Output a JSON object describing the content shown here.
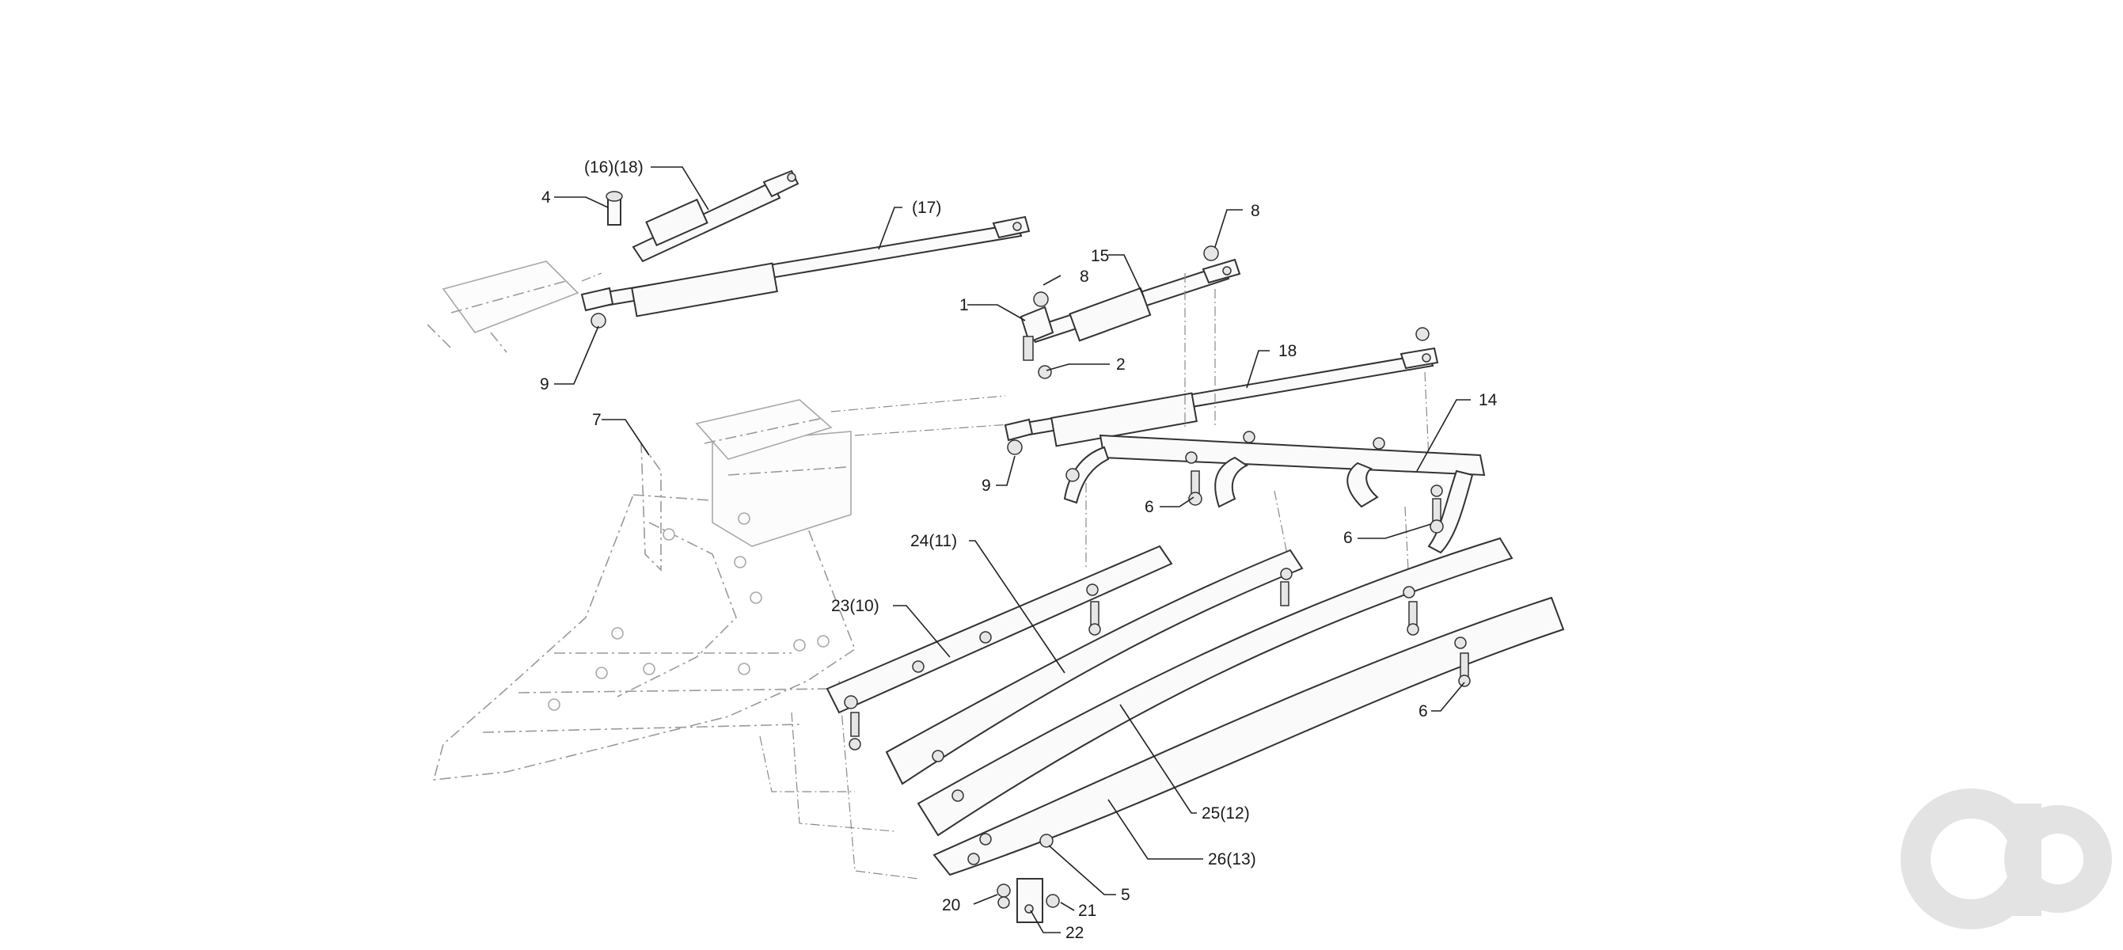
{
  "diagram": {
    "callouts": [
      {
        "id": "c-16-18",
        "text": "(16)(18)"
      },
      {
        "id": "c-4",
        "text": "4"
      },
      {
        "id": "c-17",
        "text": "(17)"
      },
      {
        "id": "c-9a",
        "text": "9"
      },
      {
        "id": "c-7",
        "text": "7"
      },
      {
        "id": "c-8a",
        "text": "8"
      },
      {
        "id": "c-15",
        "text": "15"
      },
      {
        "id": "c-8b",
        "text": "8"
      },
      {
        "id": "c-1",
        "text": "1"
      },
      {
        "id": "c-2",
        "text": "2"
      },
      {
        "id": "c-18",
        "text": "18"
      },
      {
        "id": "c-14",
        "text": "14"
      },
      {
        "id": "c-9b",
        "text": "9"
      },
      {
        "id": "c-6a",
        "text": "6"
      },
      {
        "id": "c-6b",
        "text": "6"
      },
      {
        "id": "c-24-11",
        "text": "24(11)"
      },
      {
        "id": "c-23-10",
        "text": "23(10)"
      },
      {
        "id": "c-6c",
        "text": "6"
      },
      {
        "id": "c-25-12",
        "text": "25(12)"
      },
      {
        "id": "c-26-13",
        "text": "26(13)"
      },
      {
        "id": "c-5",
        "text": "5"
      },
      {
        "id": "c-20",
        "text": "20"
      },
      {
        "id": "c-21",
        "text": "21"
      },
      {
        "id": "c-22",
        "text": "22"
      }
    ]
  },
  "watermark": {
    "logo": "ao-logo",
    "color": "#e3e3e3"
  }
}
